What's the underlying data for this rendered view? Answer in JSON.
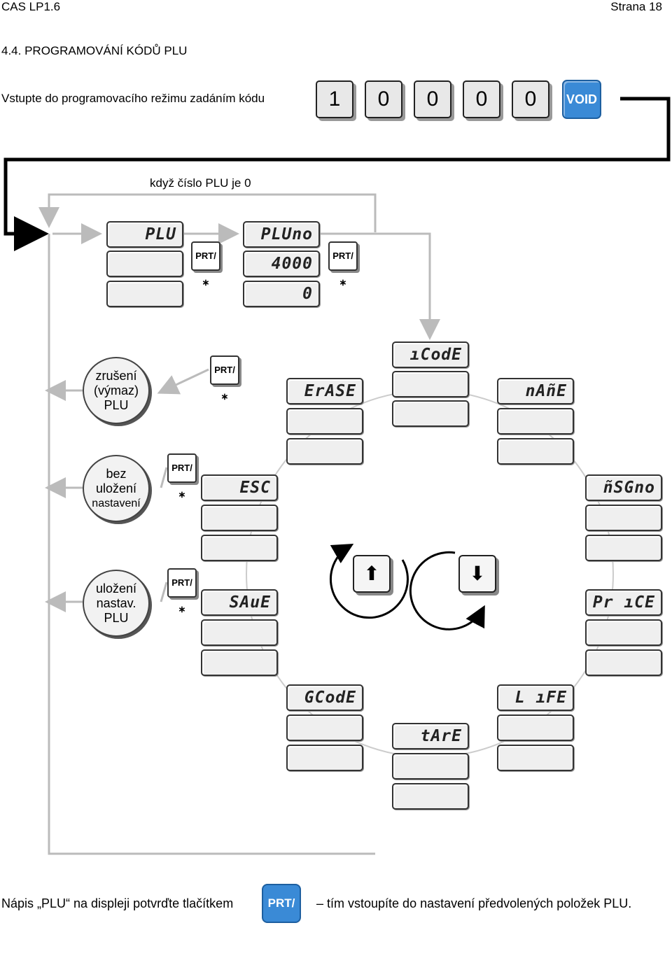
{
  "header": {
    "left": "CAS LP1.6",
    "right": "Strana 18"
  },
  "section_title": "4.4.  PROGRAMOVÁNÍ KÓDŮ PLU",
  "intro": {
    "text": "Vstupte do programovacího režimu zadáním kódu",
    "keys": [
      "1",
      "0",
      "0",
      "0",
      "0"
    ],
    "void_label": "VOID"
  },
  "loop_label": "když číslo PLU je 0",
  "prt_label": "PRT/∗",
  "displays": {
    "plu": [
      "PLU",
      "",
      ""
    ],
    "pluno": [
      "PLUno",
      "4000",
      "0"
    ],
    "icode": [
      "ıCodE",
      "",
      ""
    ],
    "erase": [
      "ErASE",
      "",
      ""
    ],
    "name": [
      "nAñE",
      "",
      ""
    ],
    "esc": [
      "ESC",
      "",
      ""
    ],
    "msgno": [
      "ñSGno",
      "",
      ""
    ],
    "save": [
      "SAuE",
      "",
      ""
    ],
    "price": [
      "Pr ıCE",
      "",
      ""
    ],
    "gcode": [
      "GCodE",
      "",
      ""
    ],
    "life": [
      "L ıFE",
      "",
      ""
    ],
    "tare": [
      "tArE",
      "",
      ""
    ]
  },
  "circles": {
    "erase": [
      "zrušení",
      "(výmaz)",
      "PLU"
    ],
    "esc": [
      "bez",
      "uložení",
      "nastavení"
    ],
    "save": [
      "uložení",
      "nastav.",
      "PLU"
    ]
  },
  "nav_keys": {
    "up": "⬆",
    "down": "⬇"
  },
  "footer": {
    "before": "Nápis „PLU“ na displeji potvrďte tlačítkem",
    "button": "PRT/∗",
    "after": "– tím vstoupíte do nastavení předvolených položek PLU."
  }
}
